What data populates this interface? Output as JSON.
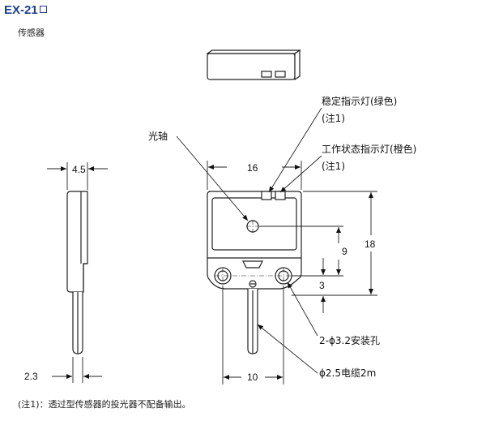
{
  "header": {
    "title": "EX-21",
    "subtitle": "传感器"
  },
  "labels": {
    "stable_indicator": "稳定指示灯(绿色)",
    "stable_note": "(注1)",
    "operation_indicator": "工作状态指示灯(橙色)",
    "operation_note": "(注1)",
    "optical_axis": "光轴",
    "mount_holes": "2-ϕ3.2安装孔",
    "cable": "ϕ2.5电缆2m"
  },
  "dimensions": {
    "thickness": "4.5",
    "width": "16",
    "height": "18",
    "axis_height": "9",
    "hole_offset": "3",
    "cable_pitch": "10",
    "cable_side": "2.3"
  },
  "footer": {
    "note": "(注1)：透过型传感器的投光器不配备输出。"
  }
}
